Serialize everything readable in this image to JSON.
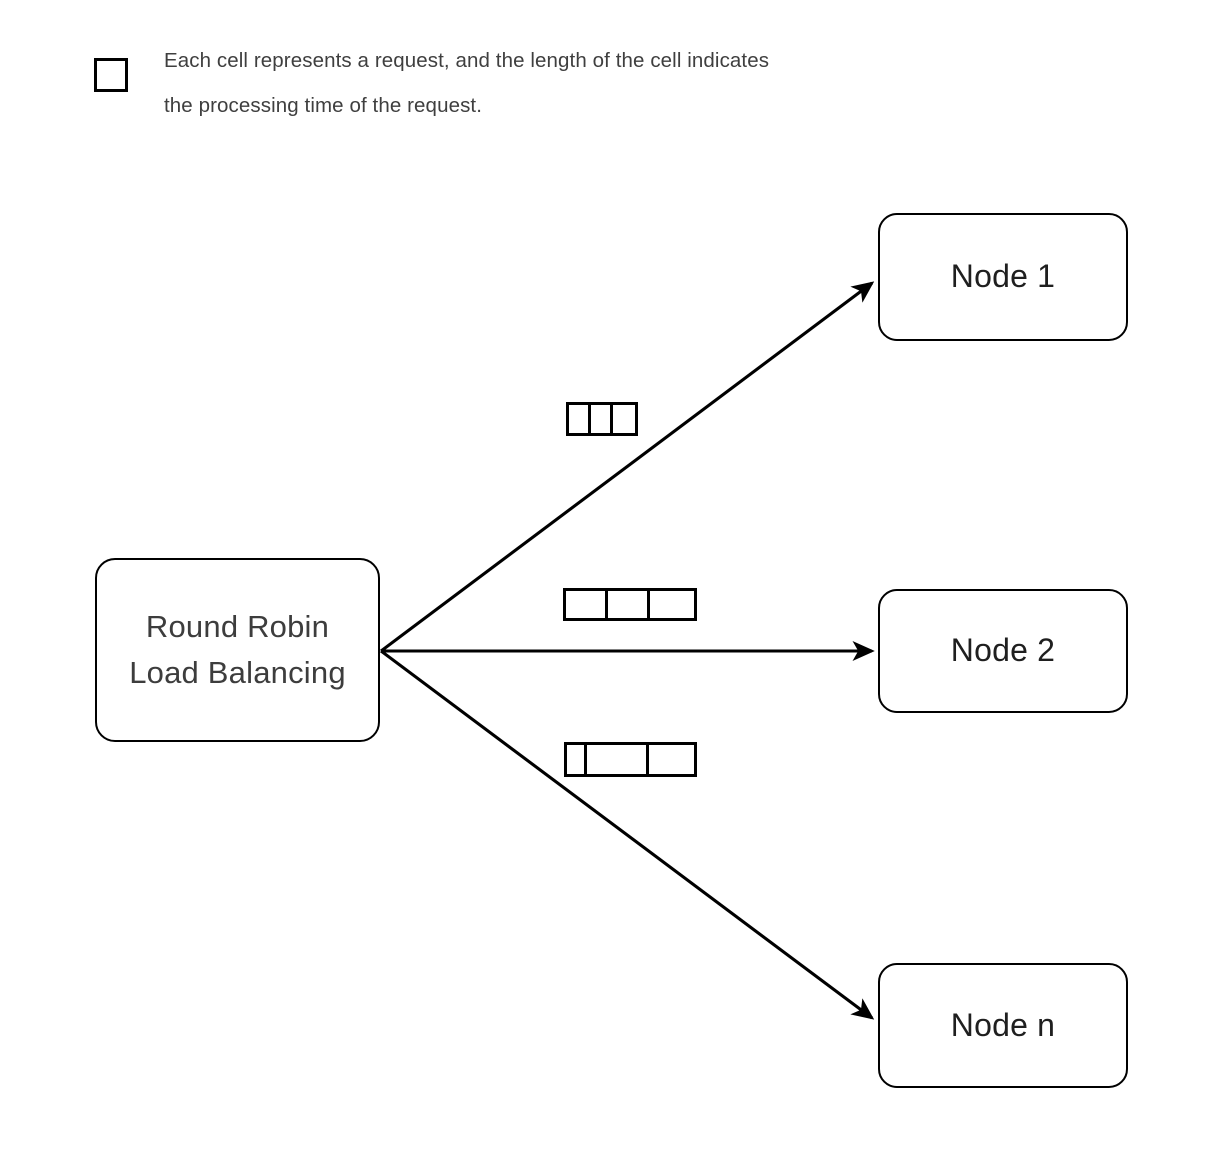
{
  "legend": {
    "swatch_icon": "square-outline-icon",
    "lines": [
      "Each cell represents a request, and the length of the cell indicates",
      "the processing time of the request."
    ]
  },
  "colors": {
    "stroke": "#000000",
    "node_text": "#1f1f1f",
    "balancer_text": "#3d3d3d",
    "legend_text": "#3f3f3f",
    "background": "#ffffff"
  },
  "balancer": {
    "label_line_1": "Round Robin",
    "label_line_2": "Load Balancing"
  },
  "nodes": [
    {
      "id": "node-1",
      "label": "Node 1"
    },
    {
      "id": "node-2",
      "label": "Node 2"
    },
    {
      "id": "node-n",
      "label": "Node n"
    }
  ],
  "queues": [
    {
      "target": "Node 1",
      "cell_count": 3,
      "cell_widths": [
        22,
        22,
        22
      ],
      "total_width": 66
    },
    {
      "target": "Node 2",
      "cell_count": 3,
      "cell_widths": [
        42,
        42,
        44
      ],
      "total_width": 128
    },
    {
      "target": "Node n",
      "cell_count": 3,
      "cell_widths": [
        20,
        62,
        45
      ],
      "total_width": 127
    }
  ],
  "edges": [
    {
      "from": "Round Robin Load Balancing",
      "to": "Node 1",
      "arrowhead": "filled-triangle"
    },
    {
      "from": "Round Robin Load Balancing",
      "to": "Node 2",
      "arrowhead": "filled-triangle"
    },
    {
      "from": "Round Robin Load Balancing",
      "to": "Node n",
      "arrowhead": "filled-triangle"
    }
  ]
}
